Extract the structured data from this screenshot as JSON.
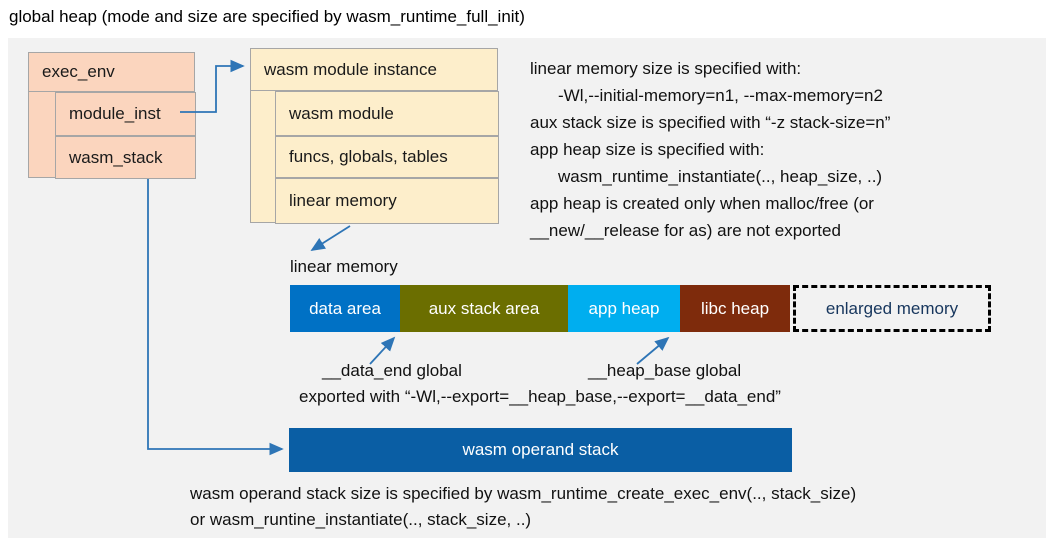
{
  "title": "global heap (mode and size are specified by wasm_runtime_full_init)",
  "exec_env_box": {
    "title": "exec_env",
    "rows": [
      "module_inst",
      "wasm_stack"
    ]
  },
  "module_instance_box": {
    "title": "wasm module instance",
    "rows": [
      "wasm module",
      "funcs, globals, tables",
      "linear memory"
    ]
  },
  "right_notes": {
    "lines": [
      "linear memory size is specified with:",
      "-Wl,--initial-memory=n1, --max-memory=n2",
      "aux stack size is specified with “-z stack-size=n”",
      "app heap size is specified with:",
      "wasm_runtime_instantiate(.., heap_size, ..)",
      "app heap is created only when malloc/free (or",
      "__new/__release for as) are not exported"
    ]
  },
  "linear_memory": {
    "label": "linear memory",
    "segments": [
      {
        "label": "data area",
        "color": "#0071C5"
      },
      {
        "label": "aux stack area",
        "color": "#6B6E00"
      },
      {
        "label": "app heap",
        "color": "#00AEEF"
      },
      {
        "label": "libc heap",
        "color": "#7E2B0C"
      },
      {
        "label": "enlarged memory",
        "color": "transparent",
        "text_color": "#17365D",
        "border": "dashed"
      }
    ]
  },
  "annotations": {
    "data_end_label": "__data_end global",
    "heap_base_label": "__heap_base global",
    "export_note": "exported with “-Wl,--export=__heap_base,--export=__data_end”"
  },
  "operand_stack": {
    "label": "wasm operand stack",
    "color": "#0A5EA4"
  },
  "bottom_notes": {
    "lines": [
      "wasm operand stack size is specified by wasm_runtime_create_exec_env(.., stack_size)",
      "or wasm_runtine_instantiate(.., stack_size, ..)"
    ]
  },
  "colors": {
    "arrow": "#2E75B6",
    "exec_env_fill": "#FBD5BE",
    "module_instance_fill": "#FDEECB",
    "panel_bg": "#F2F2F2",
    "box_border": "#A6A6A6"
  }
}
